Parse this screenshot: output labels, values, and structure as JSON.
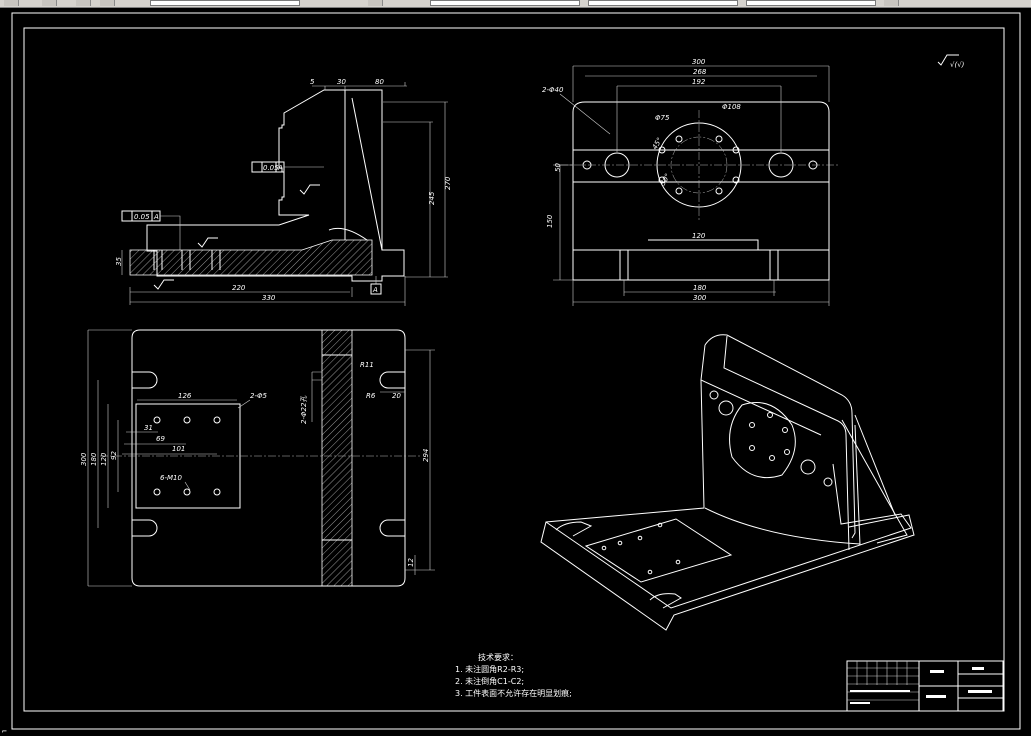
{
  "drawing": {
    "surface_symbol": "√(√)",
    "front_view": {
      "dims_top": [
        "5",
        "30",
        "80"
      ],
      "dim_right_outer": "270",
      "dim_right_inner": "245",
      "dim_bottom_inner": "220",
      "dim_bottom_outer": "330",
      "dim_left": "35",
      "flatness_tol": "0.05",
      "flatness_ref": "A",
      "parallel_tol": "0.05",
      "parallel_ref": "A",
      "datum_label": "A"
    },
    "side_view": {
      "dim_top_outer": "300",
      "dim_top_mid": "268",
      "dim_top_inner": "192",
      "label_holes": "2-Φ40",
      "label_bore": "Φ75",
      "label_pcd": "Φ108",
      "label_a1": "45°",
      "label_a2": "30°",
      "dim_left_upper": "50",
      "dim_left_lower": "150",
      "dim_slot": "120",
      "dim_bottom_inner": "180",
      "dim_bottom_outer": "300"
    },
    "top_view": {
      "dim_126": "126",
      "label_4holes": "2-Φ5",
      "dim_31": "31",
      "dim_69": "69",
      "dim_101": "101",
      "label_6holes": "6-M10",
      "dim_300": "300",
      "dim_180": "180",
      "dim_120": "120",
      "dim_92": "92",
      "label_sect": "2-Φ22孔",
      "label_r11": "R11",
      "label_r6": "R6",
      "dim_20": "20",
      "dim_294": "294",
      "dim_12": "12"
    },
    "notes": {
      "heading": "技术要求：",
      "items": [
        "1. 未注圆角R2-R3;",
        "2. 未注倒角C1-C2;",
        "3. 工件表面不允许存在明显划痕;"
      ]
    }
  }
}
